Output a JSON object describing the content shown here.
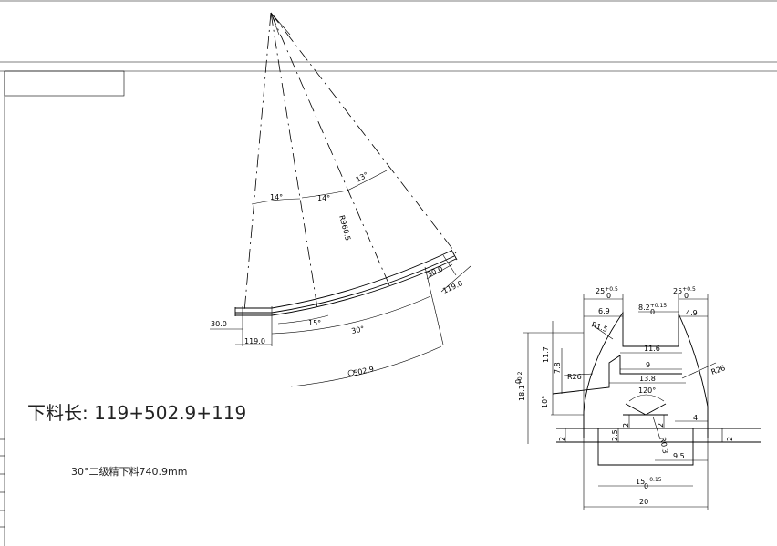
{
  "note_length": "下料长: 119+502.9+119",
  "note_total": "30°二级精下料740.9mm",
  "left_drawing": {
    "angle_1": "14°",
    "angle_2": "14°",
    "angle_3": "13°",
    "angle_4": "15°",
    "angle_total": "30°",
    "radius": "R960.5",
    "arc": "502.9",
    "left_flange": "30.0",
    "left_leg": "119.0",
    "right_flange": "30.0",
    "right_leg": "119.0"
  },
  "section_drawing": {
    "top_left_width": "25",
    "top_left_tol_upper": "+0.5",
    "top_left_tol_lower": "0",
    "top_right_width": "25",
    "top_right_tol_upper": "+0.5",
    "top_right_tol_lower": "0",
    "d_6_9": "6.9",
    "d_8_2": "8.2",
    "d_8_2_tol_upper": "+0.15",
    "d_8_2_tol_lower": "0",
    "d_4_9": "4.9",
    "r1_5": "R1.5",
    "d_11_7": "11.7",
    "d_7_8": "7.8",
    "d_11_6": "11.6",
    "d_9": "9",
    "d_13_8": "13.8",
    "angle_120": "120°",
    "angle_10": "10°",
    "r26_left": "R26",
    "r26_right": "R26",
    "height": "18.1",
    "height_tol_upper": "+0.2",
    "height_tol_lower": "0",
    "d_2_left": "2",
    "d_2_5": "2.5",
    "d_2_a": "2",
    "d_2_b": "2",
    "r0_3": "R0.3",
    "d_4": "4",
    "d_2_right": "2",
    "d_9_5": "9.5",
    "d_15": "15",
    "d_15_tol_upper": "+0.15",
    "d_15_tol_lower": "0",
    "d_20": "20"
  }
}
